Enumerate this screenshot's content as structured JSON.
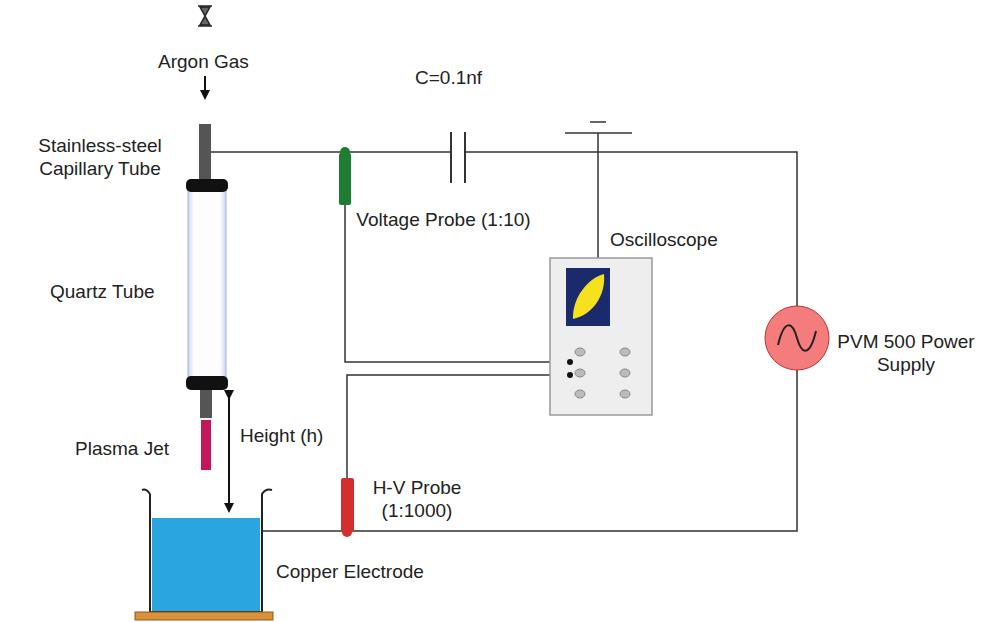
{
  "diagram": {
    "labels": [
      "Argon Gas",
      "C=0.1nf",
      "Stainless-steel Capillary Tube",
      "Voltage Probe (1:10)",
      "Oscilloscope",
      "Quartz Tube",
      "PVM 500 Power Supply",
      "Plasma Jet",
      "Height (h)",
      "H-V Probe (1:1000)",
      "Copper Electrode"
    ]
  }
}
